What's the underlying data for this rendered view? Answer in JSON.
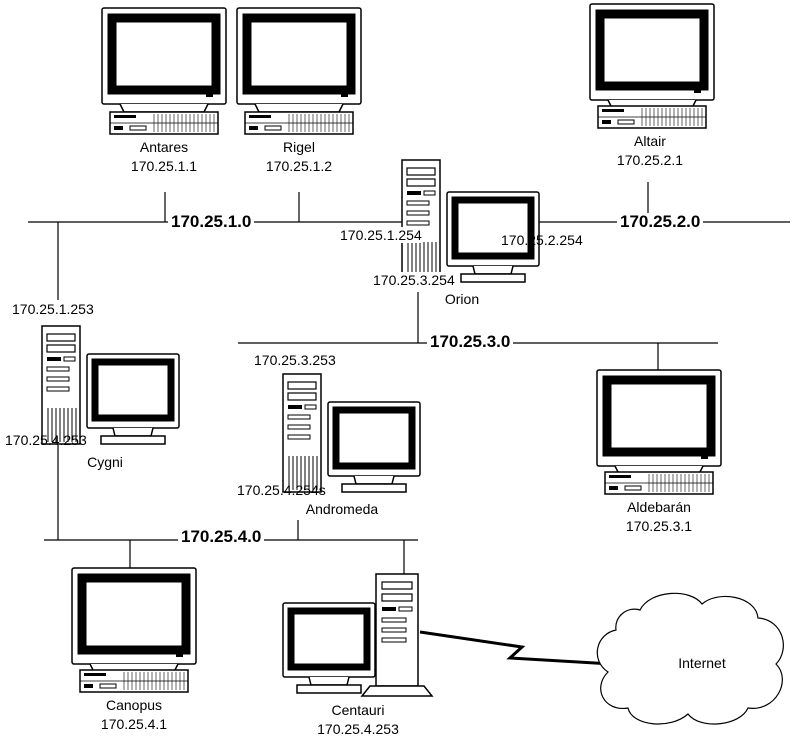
{
  "networks": {
    "net1": "170.25.1.0",
    "net2": "170.25.2.0",
    "net3": "170.25.3.0",
    "net4": "170.25.4.0"
  },
  "hosts": {
    "antares": {
      "name": "Antares",
      "ip": "170.25.1.1"
    },
    "rigel": {
      "name": "Rigel",
      "ip": "170.25.1.2"
    },
    "altair": {
      "name": "Altair",
      "ip": "170.25.2.1"
    },
    "orion": {
      "name": "Orion",
      "ip1": "170.25.1.254",
      "ip2": "170.25.2.254",
      "ip3": "170.25.3.254"
    },
    "cygni": {
      "name": "Cygni",
      "ip1": "170.25.1.253",
      "ip4": "170.25.4.253"
    },
    "andromeda": {
      "name": "Andromeda",
      "ip3": "170.25.3.253",
      "ip4": "170.25.4.254s"
    },
    "aldebaran": {
      "name": "Aldebarán",
      "ip": "170.25.3.1"
    },
    "canopus": {
      "name": "Canopus",
      "ip": "170.25.4.1"
    },
    "centauri": {
      "name": "Centauri",
      "ip": "170.25.4.253"
    }
  },
  "cloud": {
    "label": "Internet"
  }
}
